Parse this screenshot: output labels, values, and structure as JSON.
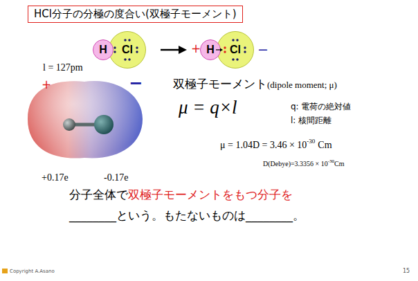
{
  "diagram": {
    "title": "HCl分子の分極の度合い(双極子モーメント)",
    "nodes": [
      {
        "text": [
          "H"
        ]
      },
      {
        "text": [
          "Cl"
        ]
      },
      {
        "text": [
          "H"
        ]
      },
      {
        "text": [
          "Cl"
        ]
      }
    ],
    "labels": [
      "+",
      "−",
      "l = 127pm",
      "+",
      "−",
      "+0.17e",
      "-0.17e",
      "双極子モーメント",
      "(dipole moment; μ)",
      "μ = q×l",
      "q: 電荷の絶対値",
      "l: 核間距離",
      "μ = 1.04D = 3.46 × 10",
      "-30",
      "Cm",
      "D(Debye)=3.3356 × 10",
      "-30",
      "Cm",
      "分子全体で",
      "双極子モーメントをもつ分子を",
      "________という。もたないものは________。",
      "Copyright A.Asano",
      "15"
    ]
  }
}
